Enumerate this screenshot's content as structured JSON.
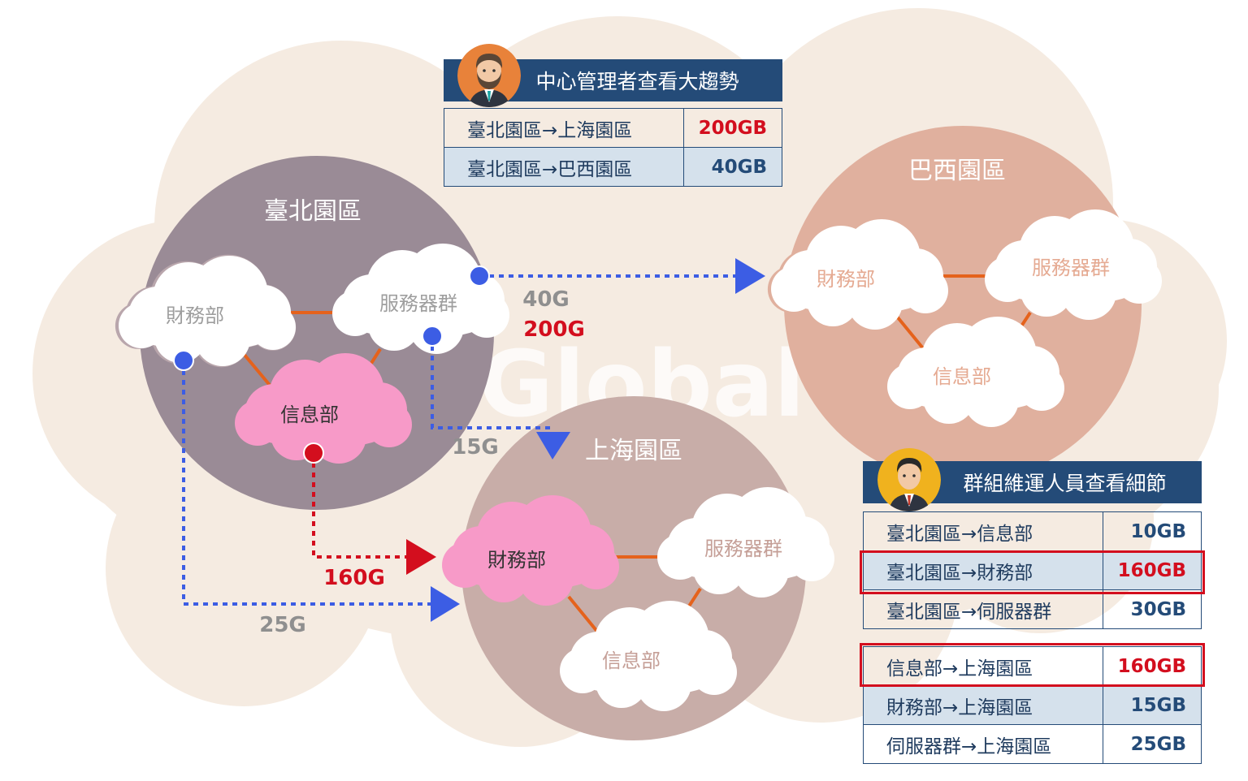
{
  "watermark": "Global",
  "colors": {
    "background_cloud": "#f5ebe1",
    "taipei_zone": "#9a8b96",
    "shanghai_zone": "#c8ada8",
    "brazil_zone": "#e0b09e",
    "link_orange": "#e5621c",
    "flow_blue": "#3c5de4",
    "flow_red": "#d30e1e",
    "highlight_cloud": "#f79ac8",
    "panel_header": "#244b78",
    "panel_shade": "#d5e1ec"
  },
  "zones": {
    "taipei": {
      "title": "臺北園區",
      "finance": "財務部",
      "servers": "服務器群",
      "it": "信息部"
    },
    "shanghai": {
      "title": "上海園區",
      "finance": "財務部",
      "servers": "服務器群",
      "it": "信息部"
    },
    "brazil": {
      "title": "巴西園區",
      "finance": "財務部",
      "servers": "服務器群",
      "it": "信息部"
    }
  },
  "flows": {
    "servers_to_brazil": "40G",
    "taipei_to_shanghai_total": "200G",
    "servers_to_shanghai": "15G",
    "it_to_shanghai_finance": "160G",
    "finance_to_shanghai": "25G"
  },
  "manager_panel": {
    "title": "中心管理者查看大趨勢",
    "avatar_icon": "bearded-manager-avatar-icon",
    "rows": [
      {
        "route": "臺北園區→上海園區",
        "amount": "200GB"
      },
      {
        "route": "臺北園區→巴西園區",
        "amount": "40GB"
      }
    ]
  },
  "ops_panel": {
    "title": "群組維運人員查看細節",
    "avatar_icon": "ops-staff-avatar-icon",
    "group1": [
      {
        "route": "臺北園區→信息部",
        "amount": "10GB"
      },
      {
        "route": "臺北園區→財務部",
        "amount": "160GB"
      },
      {
        "route": "臺北園區→伺服器群",
        "amount": "30GB"
      }
    ],
    "group2": [
      {
        "route": "信息部→上海園區",
        "amount": "160GB"
      },
      {
        "route": "財務部→上海園區",
        "amount": "15GB"
      },
      {
        "route": "伺服器群→上海園區",
        "amount": "25GB"
      }
    ]
  }
}
